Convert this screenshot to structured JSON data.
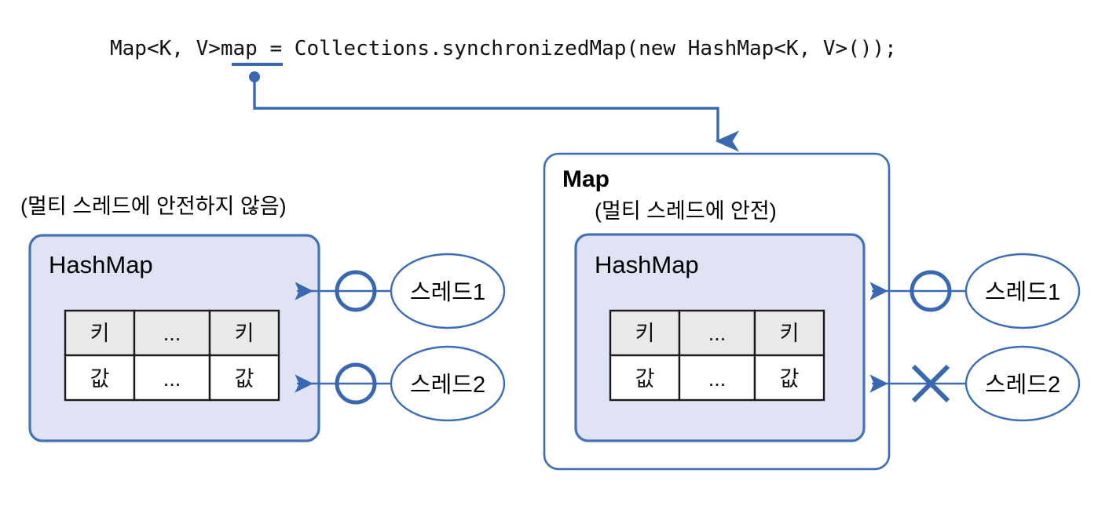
{
  "diagram": {
    "title": "Collections.synchronizedMap diagram",
    "code_line": "Map<K, V>map = Collections.synchronizedMap(new HashMap<K, V>());",
    "code_highlight_token": "map",
    "colors": {
      "accent_blue": "#3a68b0",
      "box_border_blue": "#4472b6",
      "hashmap_fill": "#dfe3f3",
      "table_header_fill": "#e9e9e9",
      "table_border": "#1a1a1a",
      "page_background": "#ffffff"
    }
  },
  "left_panel": {
    "caption": "(멀티 스레드에 안전하지 않음)",
    "hashmap_label": "HashMap",
    "table": {
      "header_row": [
        "키",
        "...",
        "키"
      ],
      "value_row": [
        "값",
        "...",
        "값"
      ]
    },
    "threads": [
      {
        "label": "스레드1",
        "access_marker": "circle",
        "marker_meaning": "allowed"
      },
      {
        "label": "스레드2",
        "access_marker": "circle",
        "marker_meaning": "allowed"
      }
    ]
  },
  "right_panel": {
    "map_label": "Map",
    "caption": "(멀티 스레드에 안전)",
    "hashmap_label": "HashMap",
    "table": {
      "header_row": [
        "키",
        "...",
        "키"
      ],
      "value_row": [
        "값",
        "...",
        "값"
      ]
    },
    "threads": [
      {
        "label": "스레드1",
        "access_marker": "circle",
        "marker_meaning": "allowed"
      },
      {
        "label": "스레드2",
        "access_marker": "cross",
        "marker_meaning": "blocked"
      }
    ]
  }
}
